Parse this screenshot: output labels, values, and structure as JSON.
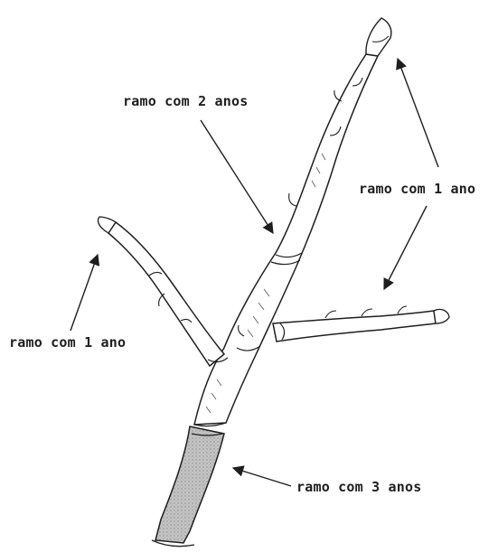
{
  "labels": {
    "two_years": "ramo com 2 anos",
    "one_year_right": "ramo com 1 ano",
    "one_year_left": "ramo com 1 ano",
    "three_years": "ramo com 3 anos"
  },
  "colors": {
    "ink": "#1e1e1e",
    "bark_old": "#bdbdbd",
    "paper": "#ffffff"
  }
}
